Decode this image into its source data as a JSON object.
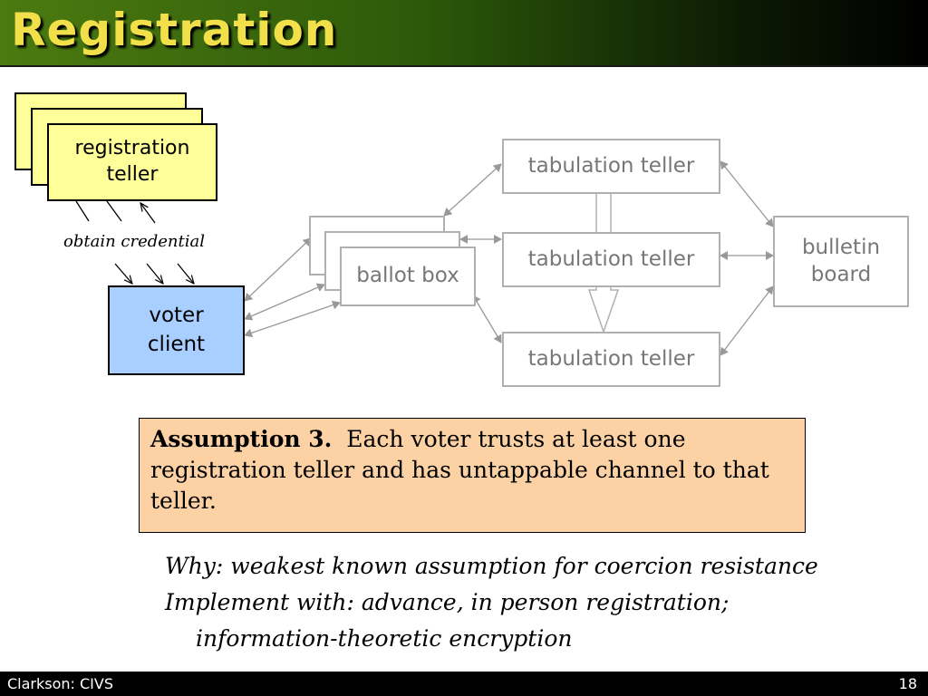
{
  "title": "Registration",
  "registration_teller": "registration teller",
  "obtain_credential": "obtain credential",
  "voter_client": "voter client",
  "ballot_box": "ballot box",
  "tabulation_teller": "tabulation teller",
  "bulletin_board": "bulletin board",
  "assumption": {
    "heading": "Assumption 3.",
    "text": "Each voter trusts at least one registration teller and has untappable channel to that teller."
  },
  "notes": {
    "line1": "Why: weakest known assumption for coercion resistance",
    "line2": "Implement with: advance, in person registration;",
    "line3": "information-theoretic encryption"
  },
  "footer": {
    "left": "Clarkson:  CIVS",
    "page": "18"
  }
}
